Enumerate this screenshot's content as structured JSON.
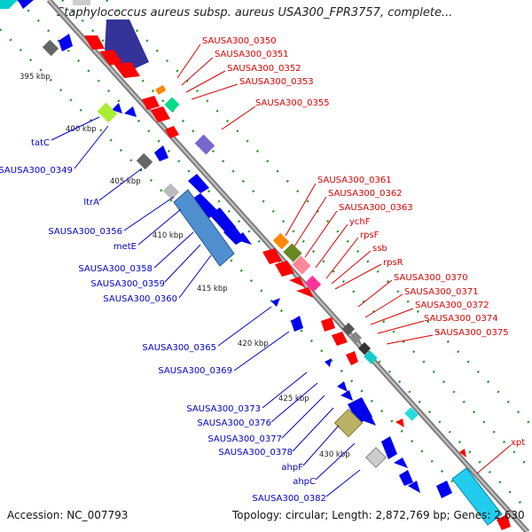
{
  "title": "Staphylococcus aureus subsp. aureus USA300_FPR3757, complete...",
  "footer": {
    "accession": "Accession: NC_007793",
    "summary": "Topology: circular; Length: 2,872,769 bp; Genes: 2,630"
  },
  "scale_ticks": [
    "395 kbp",
    "400 kbp",
    "405 kbp",
    "410 kbp",
    "415 kbp",
    "420 kbp",
    "425 kbp",
    "430 kbp"
  ],
  "gene_labels_right": [
    "SAUSA300_0350",
    "SAUSA300_0351",
    "SAUSA300_0352",
    "SAUSA300_0353",
    "SAUSA300_0355",
    "SAUSA300_0361",
    "SAUSA300_0362",
    "SAUSA300_0363",
    "ychF",
    "rpsF",
    "ssb",
    "rpsR",
    "SAUSA300_0370",
    "SAUSA300_0371",
    "SAUSA300_0372",
    "SAUSA300_0374",
    "SAUSA300_0375",
    "xpt"
  ],
  "gene_labels_left": [
    "tatC",
    "SAUSA300_0349",
    "ltrA",
    "SAUSA300_0356",
    "metE",
    "SAUSA300_0358",
    "SAUSA300_0359",
    "SAUSA300_0360",
    "SAUSA300_0365",
    "SAUSA300_0369",
    "SAUSA300_0373",
    "SAUSA300_0376",
    "SAUSA300_0377",
    "SAUSA300_0378",
    "ahpF",
    "ahpC",
    "SAUSA300_0382"
  ],
  "colors": {
    "right_label": "#dd0000",
    "left_label": "#0000cc",
    "forward_cds": "#ff0000",
    "reverse_cds": "#0000ee",
    "backbone": "#999999",
    "tick_marks": "#228822"
  }
}
